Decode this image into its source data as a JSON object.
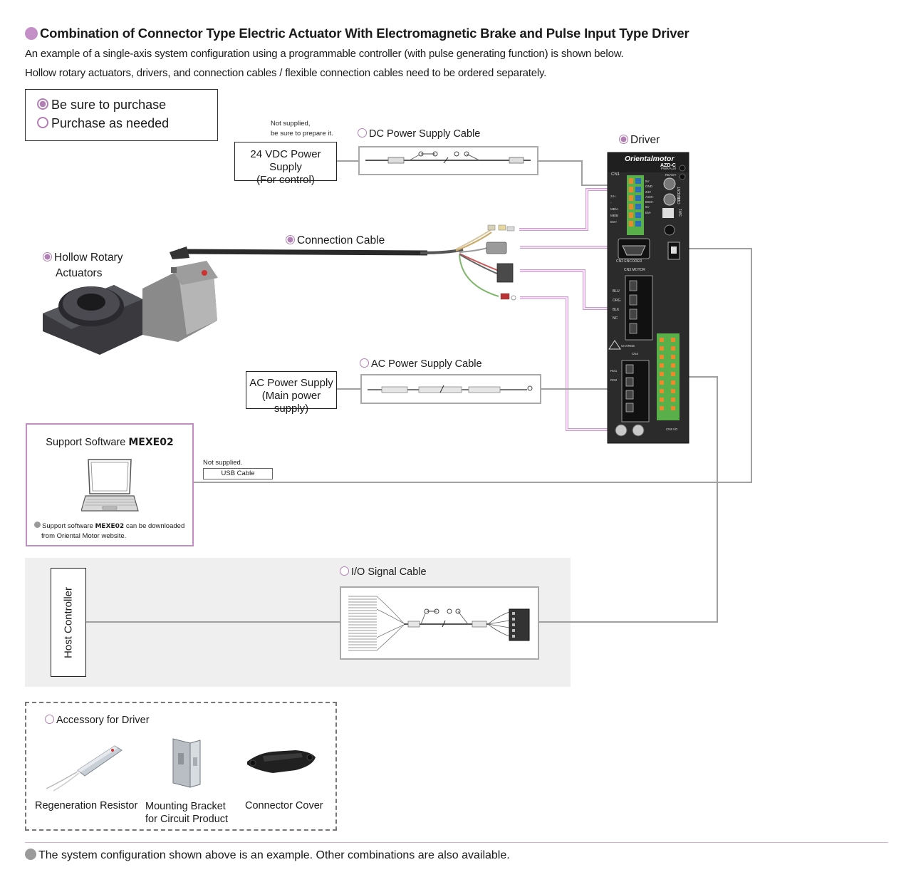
{
  "header": {
    "title": "Combination of Connector Type Electric Actuator With Electromagnetic Brake and Pulse Input Type Driver",
    "intro_line1": "An example of a single-axis system configuration using a programmable controller (with pulse generating function) is shown below.",
    "intro_line2": "Hollow rotary actuators, drivers, and connection cables / flexible connection cables  need to be ordered separately."
  },
  "legend": {
    "purchase": "Be sure to purchase",
    "as_needed": "Purchase as needed"
  },
  "components": {
    "power_note_line1": "Not supplied,",
    "power_note_line2": "be sure to prepare it.",
    "dc_supply_line1": "24 VDC Power Supply",
    "dc_supply_line2": "(For control)",
    "dc_cable": "DC Power Supply Cable",
    "driver": "Driver",
    "connection_cable": "Connection Cable",
    "actuator_line1": "Hollow Rotary",
    "actuator_line2": "Actuators",
    "ac_cable": "AC Power Supply Cable",
    "ac_supply_line1": "AC Power Supply",
    "ac_supply_line2": "(Main power supply)",
    "usb_note": "Not supplied.",
    "usb_cable": "USB Cable",
    "io_cable": "I/O Signal Cable",
    "host": "Host Controller"
  },
  "software": {
    "prefix": "Support Software ",
    "name": "MEXE02",
    "note_prefix": "Support software ",
    "note_name": "MEXE02",
    "note_suffix": " can be downloaded",
    "note_line2": "from Oriental Motor website."
  },
  "driver_panel": {
    "brand": "Orientalmotor",
    "model": "AZD-C",
    "cn1": "CN1",
    "cn2": "CN2 ENCODER",
    "cn3": "CN3 MOTOR",
    "cn4": "CN4",
    "cn5": "CN5 I/O",
    "charge": "CHARGE",
    "led_pwr": "PWR/ALM",
    "led_ready": "READY",
    "sw1": "SW1",
    "current": "CURRENT",
    "fil": "FIL",
    "cn1_pins": [
      "5V",
      "GND",
      "24V",
      "ASG+",
      "BSG+",
      "5V",
      "EM-"
    ],
    "cn1_left": [
      "24+",
      "-",
      "MB/A",
      "MB/B",
      "EM+"
    ],
    "cn3_pins": [
      "BLU",
      "ORG",
      "",
      "BLK",
      "NC"
    ],
    "cn4_pins": [
      "RG1",
      "RG2"
    ]
  },
  "accessories": {
    "title": "Accessory for Driver",
    "regen": "Regeneration Resistor",
    "bracket_line1": "Mounting Bracket",
    "bracket_line2": "for Circuit Product",
    "cover": "Connector Cover"
  },
  "footer": {
    "note": "The system configuration shown above is an example. Other combinations are also available."
  },
  "colors": {
    "accent": "#c48fc6",
    "mark": "#b27fb5",
    "cable_frame": "#a9a9a9",
    "line_gray": "#a0a0a0",
    "line_pink": "#cf98d1",
    "panel_gray": "#efefef",
    "driver_body": "#2b2b2b",
    "terminal_green": "#59b04a"
  }
}
